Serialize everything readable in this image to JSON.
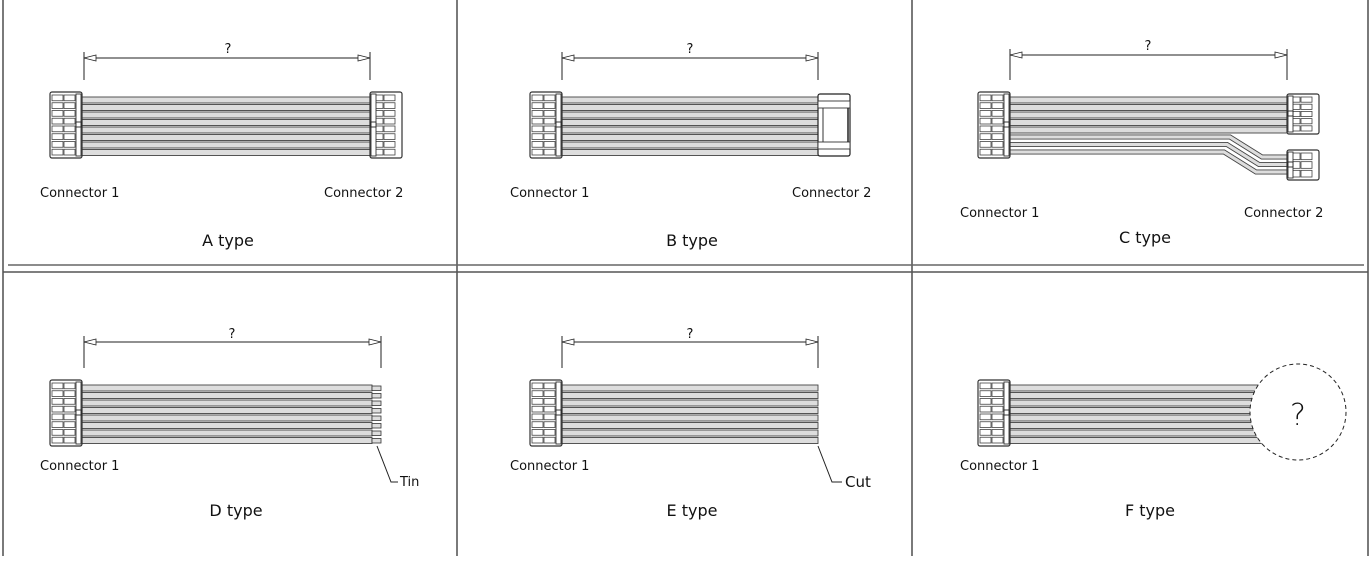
{
  "panels": {
    "a": {
      "type_label": "A type",
      "conn1": "Connector 1",
      "conn2": "Connector 2",
      "dimension": "?"
    },
    "b": {
      "type_label": "B type",
      "conn1": "Connector 1",
      "conn2": "Connector 2",
      "dimension": "?"
    },
    "c": {
      "type_label": "C type",
      "conn1": "Connector 1",
      "conn2": "Connector 2",
      "dimension": "?"
    },
    "d": {
      "type_label": "D type",
      "conn1": "Connector 1",
      "dimension": "?",
      "end_note": "Tin"
    },
    "e": {
      "type_label": "E type",
      "conn1": "Connector 1",
      "dimension": "?",
      "end_note": "Cut"
    },
    "f": {
      "type_label": "F type",
      "conn1": "Connector 1",
      "unknown_end": "?"
    }
  }
}
